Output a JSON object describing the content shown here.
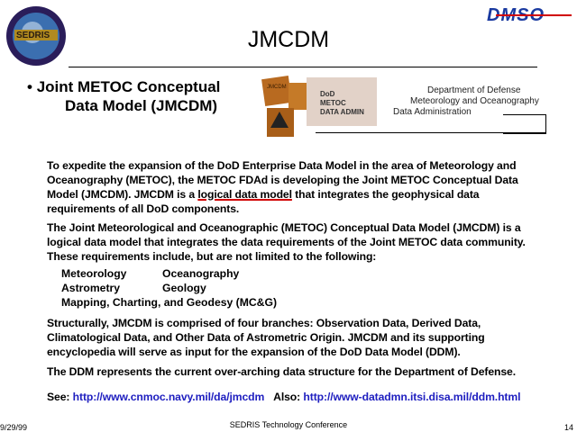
{
  "header": {
    "title": "JMCDM",
    "left_logo_text": "SEDRIS",
    "right_logo_text": "DMSO",
    "colors": {
      "logo_blue": "#1a3aa0",
      "logo_red": "#d00000",
      "link": "#2020c0"
    }
  },
  "bullet": {
    "line1": "Joint METOC Conceptual",
    "line2": "Data Model (JMCDM)"
  },
  "metoc_logo": {
    "box_lines": [
      "DoD",
      "METOC",
      "DATA ADMIN"
    ],
    "cube_label": "JMCDM",
    "caption_lines": [
      "Department of Defense",
      "Meteorology and Oceanography",
      "Data Administration"
    ]
  },
  "body": {
    "para1": {
      "line1": "To expedite the expansion of the DoD Enterprise Data Model in the area of Meteorology and",
      "line2": "Oceanography (METOC), the METOC FDAd is developing the Joint METOC Conceptual Data",
      "line3_pre": "Model (JMCDM). JMCDM is a ",
      "line3_link": "logical data model",
      "line3_post": " that integrates the geophysical data",
      "line4": "requirements of all DoD components."
    },
    "para2": {
      "line1": "The Joint Meteorological and Oceanographic (METOC) Conceptual Data Model (JMCDM) is a",
      "line2": "logical data model that integrates the data requirements of the Joint METOC data community.",
      "line3": "These requirements include, but are not limited to the following:"
    },
    "list": {
      "meteorology": "Meteorology",
      "oceanography": "Oceanography",
      "astrometry": "Astrometry",
      "geology": "Geology",
      "mapping": "Mapping, Charting, and Geodesy (MC&G)"
    },
    "para3": {
      "line1": "Structurally, JMCDM is comprised of four branches: Observation Data, Derived Data,",
      "line2": "Climatological Data, and Other Data of Astrometric Origin. JMCDM and its supporting",
      "line3": "encyclopedia will serve as input for the expansion of the DoD Data Model (DDM)."
    },
    "para4": "The DDM represents the current over-arching data structure for the Department of Defense.",
    "see": {
      "label": "See:",
      "url1": "http://www.cnmoc.navy.mil/da/jmcdm",
      "also_label": "Also:",
      "url2": "http://www-datadmn.itsi.disa.mil/ddm.html"
    }
  },
  "footer": {
    "date": "9/29/99",
    "conference": "SEDRIS Technology Conference",
    "page": "14"
  }
}
